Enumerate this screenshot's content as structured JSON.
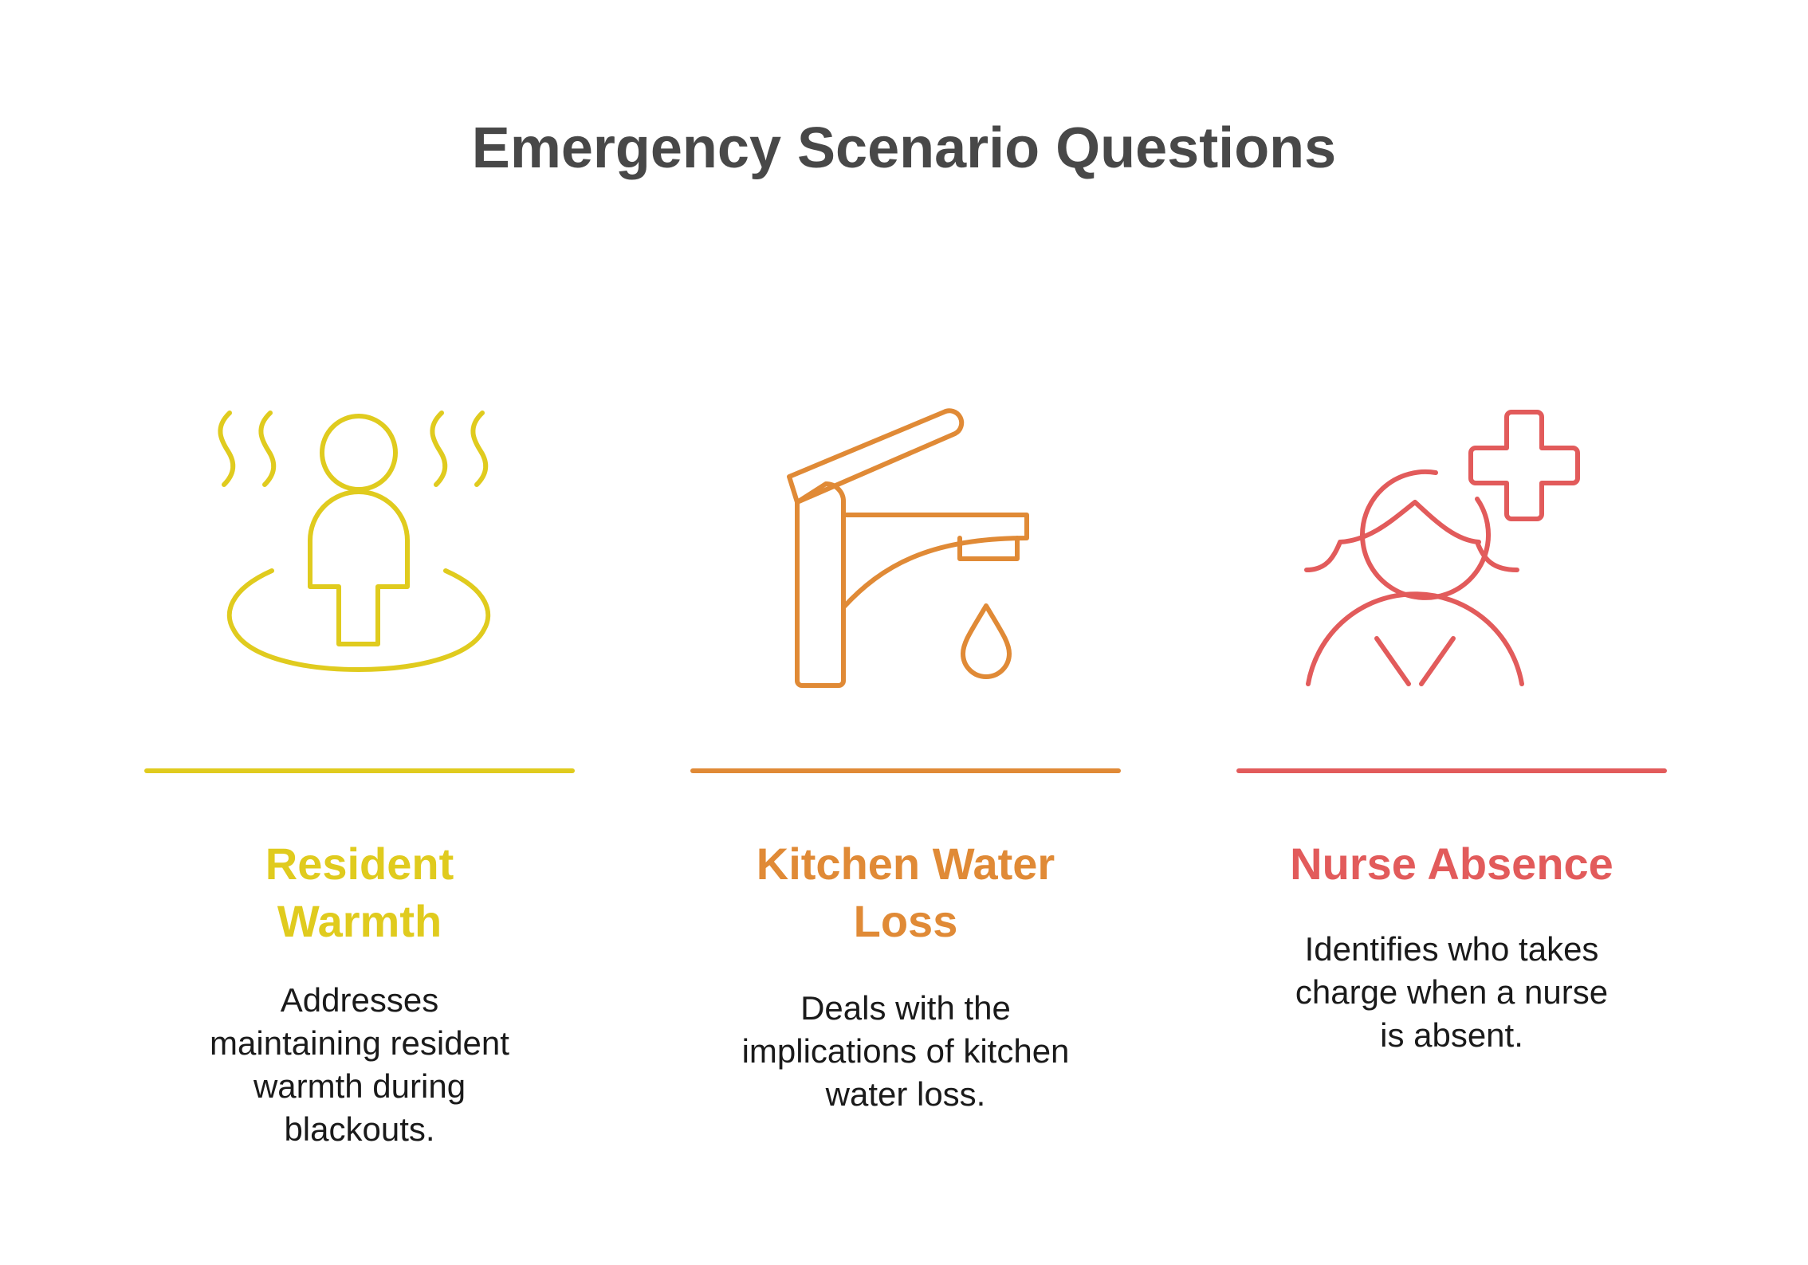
{
  "title": "Emergency Scenario Questions",
  "colors": {
    "title": "#484848",
    "warmth": "#E0CB1E",
    "water": "#E08A36",
    "nurse": "#E25B5B",
    "body_text": "#1a1a1a"
  },
  "items": [
    {
      "icon": "warm-person-icon",
      "heading_lines": [
        "Resident",
        "Warmth"
      ],
      "desc_lines": [
        "Addresses",
        "maintaining resident",
        "warmth during",
        "blackouts."
      ]
    },
    {
      "icon": "faucet-drip-icon",
      "heading_lines": [
        "Kitchen Water",
        "Loss"
      ],
      "desc_lines": [
        "Deals with the",
        "implications of kitchen",
        "water loss."
      ]
    },
    {
      "icon": "nurse-cross-icon",
      "heading_lines": [
        "Nurse Absence"
      ],
      "desc_lines": [
        "Identifies who takes",
        "charge when a nurse",
        "is absent."
      ]
    }
  ]
}
